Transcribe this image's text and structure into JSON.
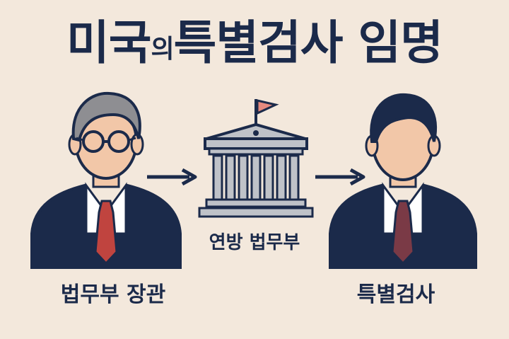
{
  "title": {
    "main_a": "미국",
    "particle": "의",
    "main_b": "특별검사 임명"
  },
  "labels": {
    "attorney_general": "법무부 장관",
    "department": "연방 법무부",
    "special_counsel": "특별검사"
  },
  "colors": {
    "background": "#f3e8dc",
    "navy": "#1b2a4a",
    "skin": "#f2c7a8",
    "shirt": "#ffffff",
    "tie_red": "#c0443f",
    "tie_maroon": "#7a3a46",
    "building": "#bfc2c8",
    "flag": "#e58a7f"
  },
  "icons": [
    "person-older-icon",
    "courthouse-icon",
    "person-younger-icon",
    "arrow-right-icon"
  ]
}
